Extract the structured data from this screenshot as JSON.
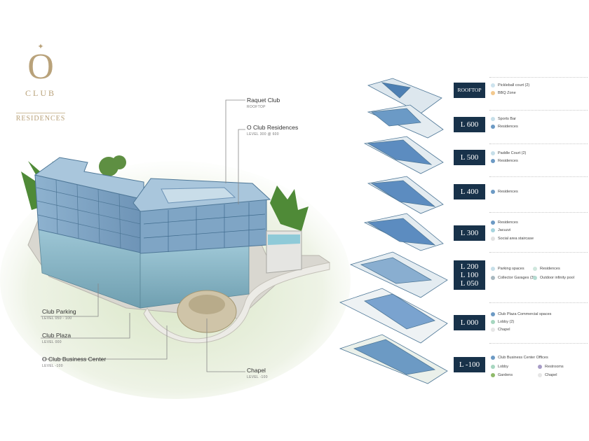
{
  "logo": {
    "letter": "O",
    "line1": "CLUB",
    "line2": "RESIDENCES"
  },
  "callouts": {
    "raquet_club": {
      "title": "Raquet Club",
      "sub": "ROOFTOP"
    },
    "o_club_residences": {
      "title": "O Club Residences",
      "sub": "LEVEL 300 @ 600"
    },
    "club_parking": {
      "title": "Club Parking",
      "sub": "LEVEL 050 - 100"
    },
    "club_plaza": {
      "title": "Club Plaza",
      "sub": "LEVEL 000"
    },
    "business_center": {
      "title": "O Club Business Center",
      "sub": "LEVEL -100"
    },
    "chapel": {
      "title": "Chapel",
      "sub": "LEVEL -100"
    }
  },
  "levels": [
    {
      "label": "ROOFTOP",
      "items": [
        {
          "text": "Pickleball court (2)",
          "color": "#cde3ee"
        },
        {
          "text": "BBQ Zone",
          "color": "#f3c98e"
        }
      ]
    },
    {
      "label": "L 600",
      "items": [
        {
          "text": "Sports Bar",
          "color": "#c6dfe9"
        },
        {
          "text": "Residences",
          "color": "#6c9ac4"
        }
      ]
    },
    {
      "label": "L 500",
      "items": [
        {
          "text": "Paddle Court (2)",
          "color": "#c6dfe9"
        },
        {
          "text": "Residences",
          "color": "#6c9ac4"
        }
      ]
    },
    {
      "label": "L 400",
      "items": [
        {
          "text": "Residences",
          "color": "#6c9ac4"
        }
      ]
    },
    {
      "label": "L 300",
      "items": [
        {
          "text": "Residences",
          "color": "#6c9ac4"
        },
        {
          "text": "Jacuzzi",
          "color": "#a6d4de"
        },
        {
          "text": "Social area staircase",
          "color": "#e1e1e1"
        }
      ]
    },
    {
      "label": "L 200",
      "label2": "L 100",
      "label3": "L 050",
      "items": [
        {
          "text": "Parking spaces",
          "color": "#c6dfe9"
        },
        {
          "text": "Residences",
          "color": "#cfe7dd"
        },
        {
          "text": "Collector Garages (3)",
          "color": "#a8b8c0"
        },
        {
          "text": "Outdoor infinity pool",
          "color": "#b4dcd2"
        }
      ]
    },
    {
      "label": "L 000",
      "items": [
        {
          "text": "Club Plaza Commercial spaces",
          "color": "#6c9ac4"
        },
        {
          "text": "Lobby (2)",
          "color": "#a6d6bf"
        },
        {
          "text": "Chapel",
          "color": "#e6e6e6"
        }
      ]
    },
    {
      "label": "L -100",
      "items": [
        {
          "text": "Club Business Center Offices",
          "color": "#6c9ac4"
        },
        {
          "text": "Restrooms",
          "color": "#a79cc6"
        },
        {
          "text": "Lobby",
          "color": "#a6d6bf"
        },
        {
          "text": "Chapel",
          "color": "#e6e6e6"
        },
        {
          "text": "Gardens",
          "color": "#8fba6a"
        }
      ]
    }
  ]
}
